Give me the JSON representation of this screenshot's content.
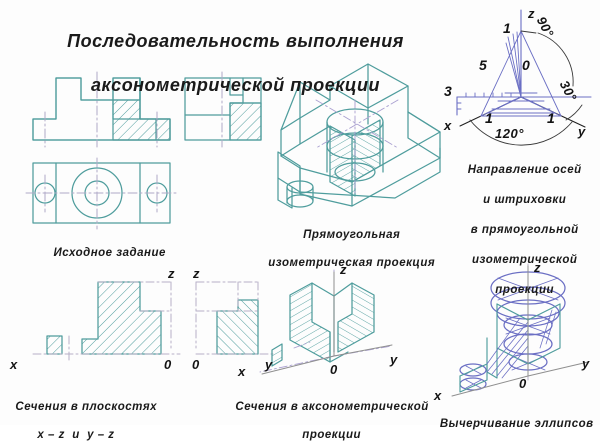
{
  "doc": {
    "title_line1": "Последовательность выполнения",
    "title_line2": "аксонометрической проекции",
    "stroke_color": "#4f9d9d",
    "hatch_color": "#4f9d9d",
    "axis_color": "#6b6fc4",
    "text_color": "#1a1a1a",
    "centerline_color": "#b0a9c8",
    "background": "#ffffff"
  },
  "panels": {
    "orthographic": {
      "caption": "Исходное задание",
      "name": "orthographic-views"
    },
    "isometric": {
      "caption_line1": "Прямоугольная",
      "caption_line2": "изометрическая проекция",
      "name": "isometric-projection"
    },
    "axes": {
      "caption_line1": "Направление осей",
      "caption_line2": "и штриховки",
      "caption_line3": "в прямоугольной",
      "caption_line4": "изометрической",
      "caption_line5": "проекции",
      "labels": {
        "z": "z",
        "x": "x",
        "y": "y",
        "n1": "1",
        "n5": "5",
        "n0": "0",
        "n3": "3",
        "n_left": "1",
        "n_right": "1",
        "a90": "90°",
        "a30": "30°",
        "a120": "120°"
      }
    },
    "sections_planes": {
      "caption_line1": "Сечения в плоскостях",
      "caption_line2": "x – z  и  y – z",
      "labels": {
        "z1": "z",
        "z2": "z",
        "x": "x",
        "o1": "0",
        "o2": "0",
        "y": "y"
      }
    },
    "sections_axono": {
      "caption_line1": "Сечения в аксонометрической",
      "caption_line2": "проекции",
      "labels": {
        "z": "z",
        "x": "x",
        "o": "0",
        "y": "y"
      }
    },
    "ellipses": {
      "caption": "Вычерчивание эллипсов",
      "labels": {
        "z": "z",
        "x": "x",
        "o": "0",
        "y": "y"
      }
    }
  }
}
